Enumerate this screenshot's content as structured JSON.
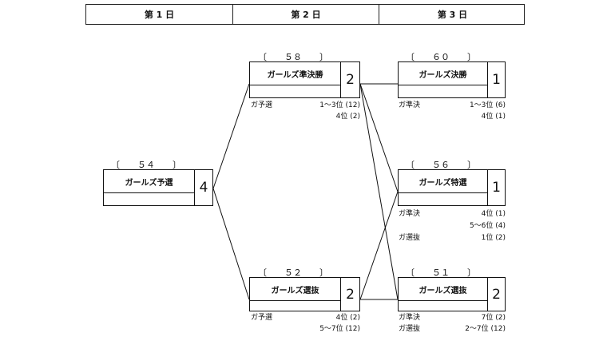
{
  "header": {
    "days": [
      "第 1 日",
      "第 2 日",
      "第 3 日"
    ]
  },
  "events": {
    "e54": {
      "num": "〔　　５４　　〕",
      "title": "ガールズ予選",
      "count": "4"
    },
    "e58": {
      "num": "〔　　５８　　〕",
      "title": "ガールズ準決勝",
      "count": "2",
      "notes": {
        "left": "ガ予選",
        "r1": "1～3位 (12)",
        "r2": "4位 (2)"
      }
    },
    "e52": {
      "num": "〔　　５２　　〕",
      "title": "ガールズ選抜",
      "count": "2",
      "notes": {
        "left": "ガ予選",
        "r1": "4位 (2)",
        "r2": "5～7位 (12)"
      }
    },
    "e60": {
      "num": "〔　　６０　　〕",
      "title": "ガールズ決勝",
      "count": "1",
      "notes": {
        "left": "ガ準決",
        "r1": "1～3位 (6)",
        "r2": "4位 (1)"
      }
    },
    "e56": {
      "num": "〔　　５６　　〕",
      "title": "ガールズ特選",
      "count": "1",
      "notes": {
        "left1": "ガ準決",
        "r1": "4位 (1)",
        "r2": "5～6位 (4)",
        "left2": "ガ選抜",
        "r3": "1位 (2)"
      }
    },
    "e51": {
      "num": "〔　　５１　　〕",
      "title": "ガールズ選抜",
      "count": "2",
      "notes": {
        "left1": "ガ準決",
        "r1": "7位 (2)",
        "left2": "ガ選抜",
        "r2": "2～7位 (12)"
      }
    }
  }
}
